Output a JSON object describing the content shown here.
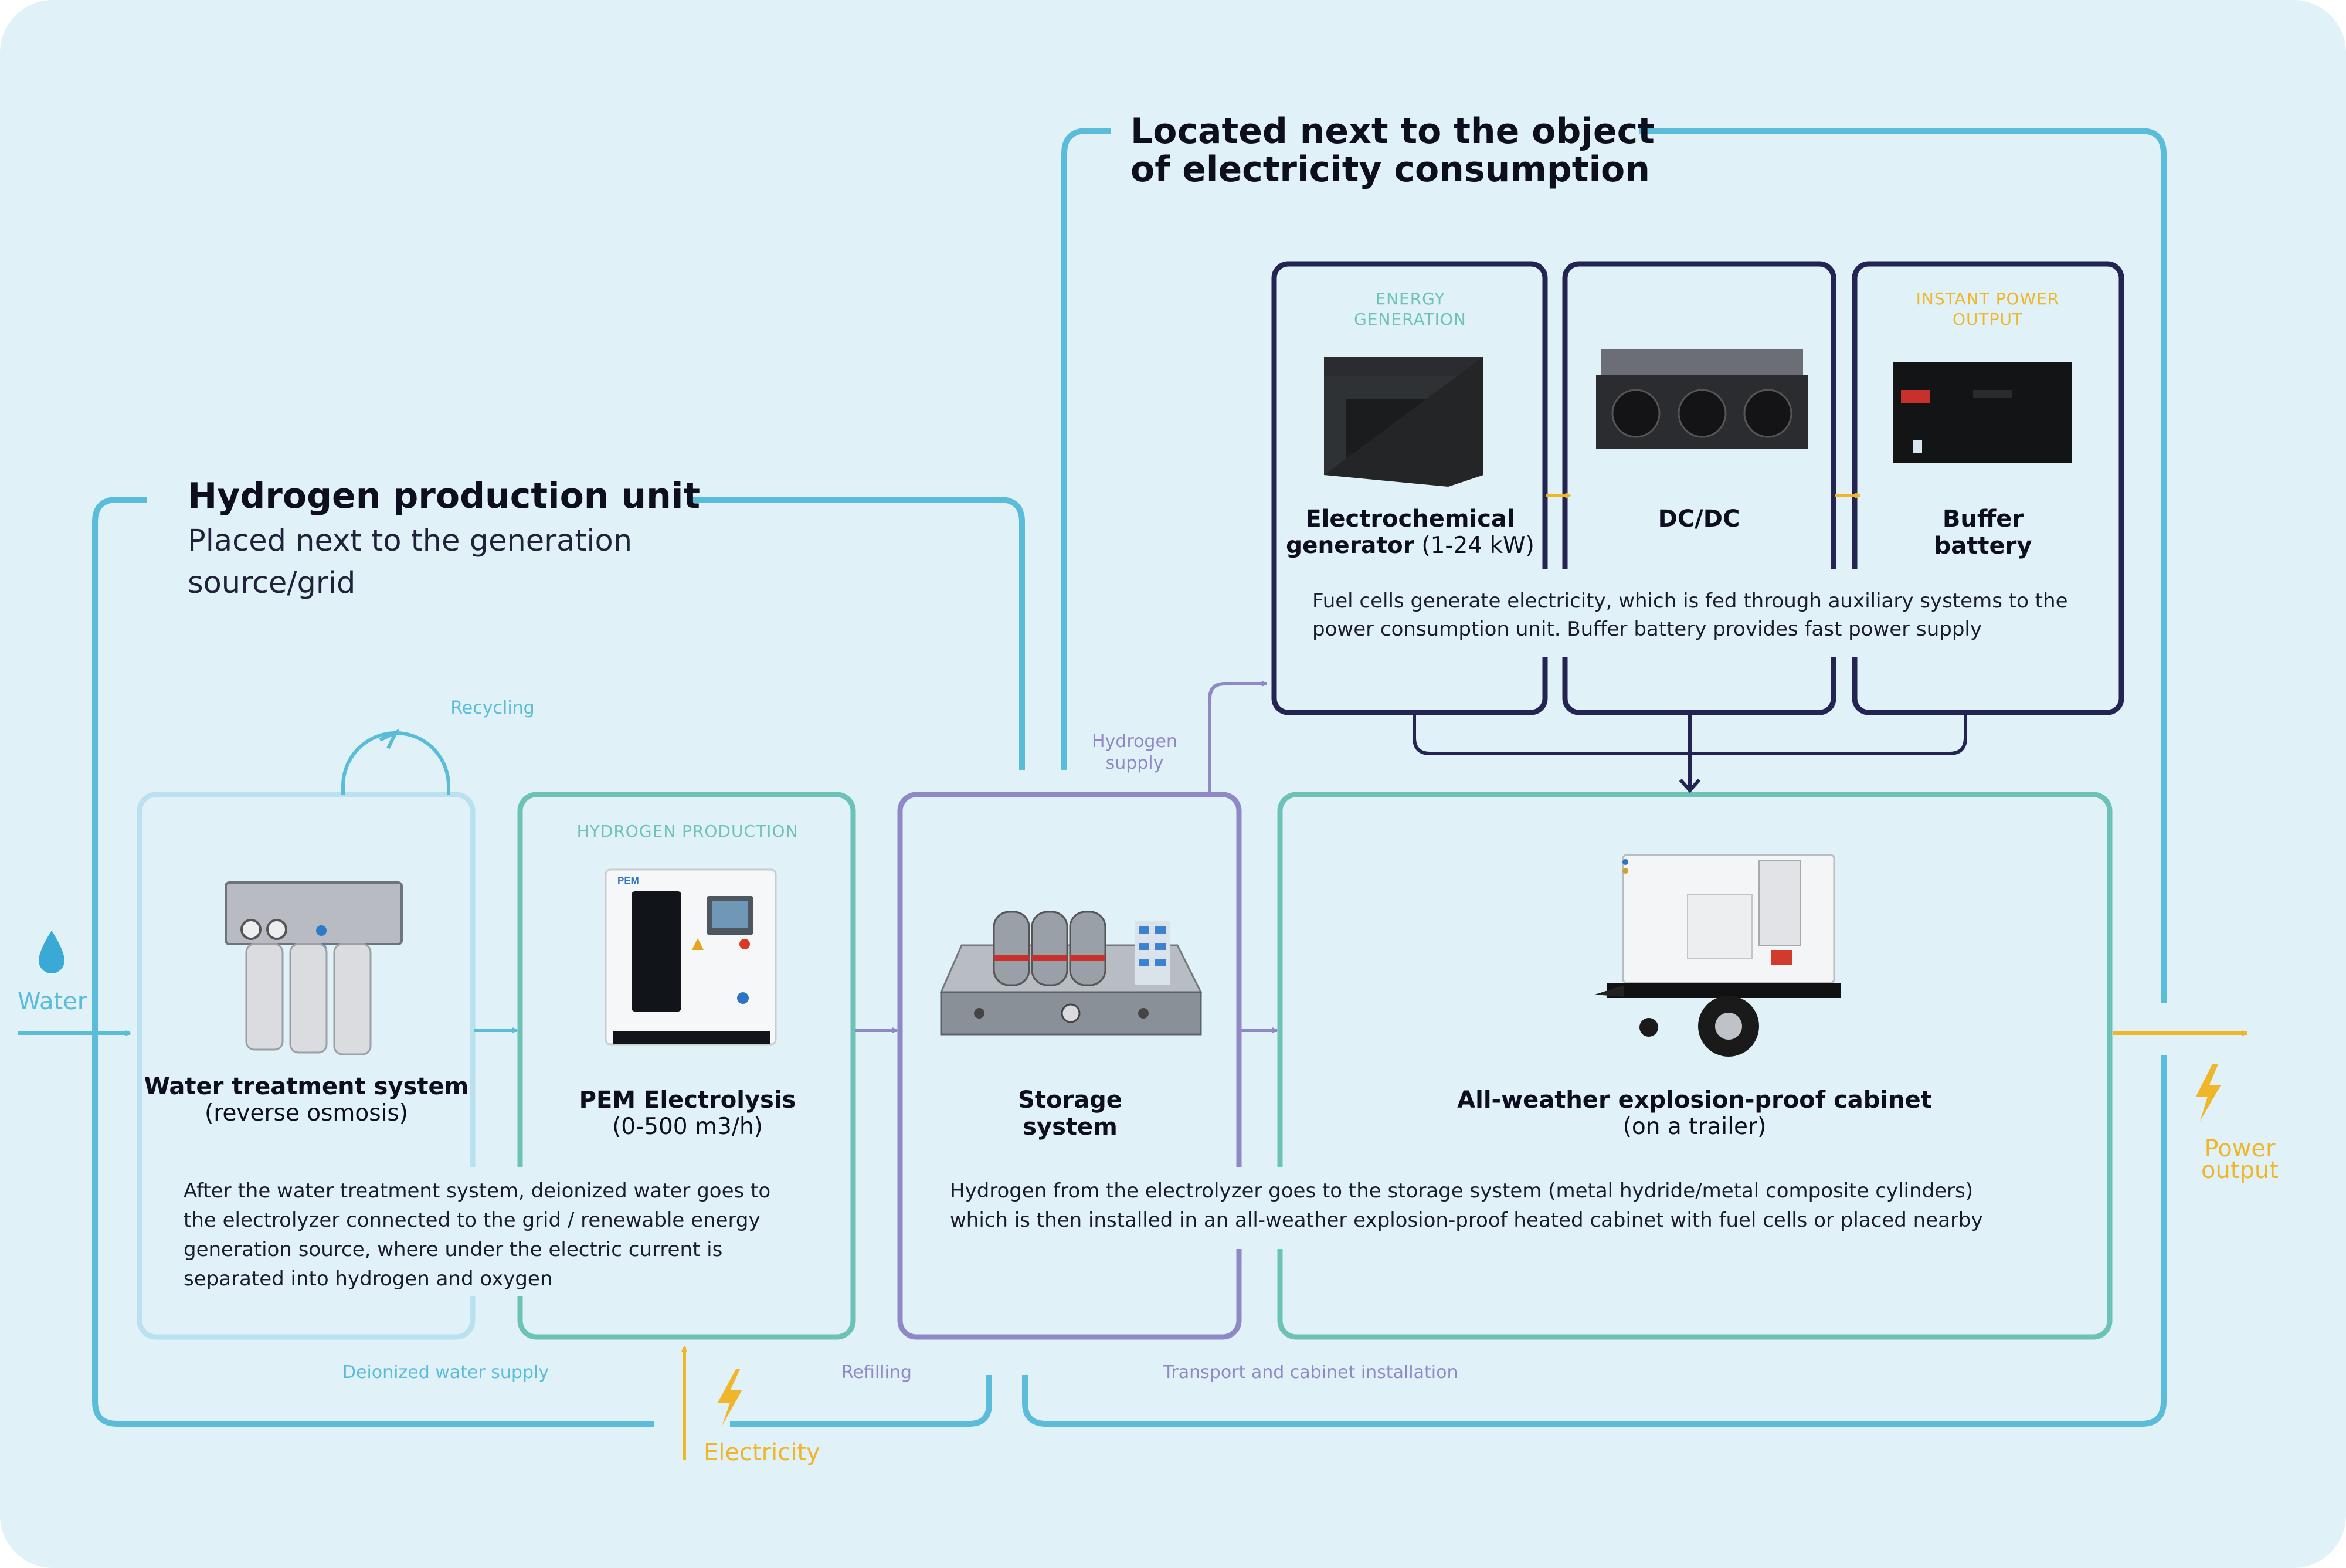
{
  "colors": {
    "background": "#e0f1f7",
    "page": "#ffffff",
    "blue_line": "#5bbcd9",
    "light_blue_box": "#b9e1ef",
    "teal_box": "#6cc3b5",
    "purple_box": "#8f87c6",
    "navy_box": "#232452",
    "yellow": "#f0b62a",
    "water_drop": "#3aa9d6",
    "text_dark": "#0d0f1e"
  },
  "sections": {
    "production": {
      "title": "Hydrogen production unit",
      "subtitle_line1": "Placed next to the generation",
      "subtitle_line2": "source/grid"
    },
    "consumption": {
      "title_line1": "Located next to the object",
      "title_line2": "of electricity consumption"
    }
  },
  "consumption_units": {
    "generator": {
      "tag_line1": "ENERGY",
      "tag_line2": "GENERATION",
      "title": "Electrochemical",
      "title_line2_bold": "generator",
      "title_line2_rest": " (1-24 kW)",
      "icon": "fuel-cell-generator-icon"
    },
    "dcdc": {
      "title": "DC/DC",
      "icon": "dc-dc-converter-icon"
    },
    "battery": {
      "tag_line1": "INSTANT POWER",
      "tag_line2": "OUTPUT",
      "title_line1": "Buffer",
      "title_line2": "battery",
      "icon": "battery-cabinet-icon"
    },
    "description_line1": "Fuel cells generate electricity, which is fed through auxiliary systems to the",
    "description_line2": "power consumption unit. Buffer battery provides fast power supply"
  },
  "production_units": {
    "water_treatment": {
      "title": "Water treatment system",
      "subtitle": "(reverse osmosis)",
      "icon": "water-filter-icon"
    },
    "electrolysis": {
      "tag": "HYDROGEN PRODUCTION",
      "title": "PEM Electrolysis",
      "subtitle": "(0-500 m3/h)",
      "icon": "electrolyzer-icon",
      "device_label": "PEM"
    },
    "description_lines": [
      "After the water treatment system, deionized water goes to",
      "the electrolyzer connected to the grid / renewable energy",
      "generation source, where under the electric current is",
      "separated into hydrogen and oxygen"
    ]
  },
  "storage": {
    "title_line1": "Storage",
    "title_line2": "system",
    "icon": "hydrogen-cylinders-icon"
  },
  "cabinet": {
    "title": "All-weather explosion-proof cabinet",
    "subtitle": "(on a trailer)",
    "icon": "trailer-cabinet-icon"
  },
  "storage_description_lines": [
    "Hydrogen from the electrolyzer goes to the storage system (metal hydride/metal composite cylinders)",
    "which is then installed in an all-weather explosion-proof heated cabinet with fuel cells or placed nearby"
  ],
  "flows": {
    "recycling": "Recycling",
    "hydrogen_supply_line1": "Hydrogen",
    "hydrogen_supply_line2": "supply",
    "deionized_water_supply": "Deionized water supply",
    "refilling": "Refilling",
    "transport": "Transport and cabinet installation"
  },
  "side_labels": {
    "water": "Water",
    "electricity": "Electricity",
    "power_output_line1": "Power",
    "power_output_line2": "output"
  }
}
